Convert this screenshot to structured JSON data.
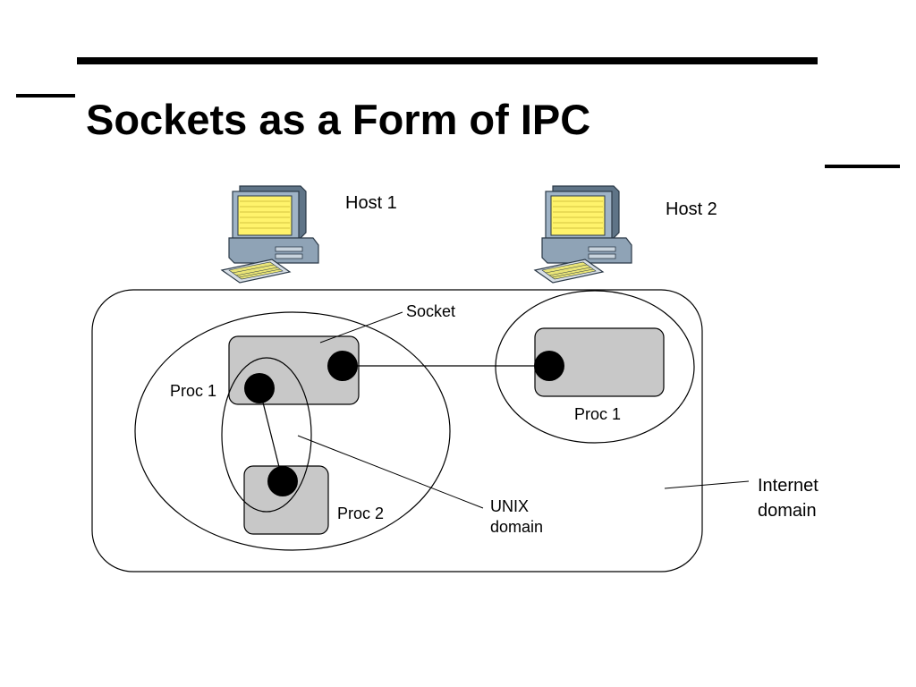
{
  "slide": {
    "title": "Sockets as a Form of IPC"
  },
  "diagram": {
    "hosts": [
      {
        "label": "Host 1",
        "icon": "computer-icon"
      },
      {
        "label": "Host 2",
        "icon": "computer-icon"
      }
    ],
    "labels": {
      "socket": "Socket",
      "host1_proc1": "Proc 1",
      "host1_proc2": "Proc 2",
      "host2_proc1": "Proc 1",
      "unix_domain_line1": "UNIX",
      "unix_domain_line2": "domain",
      "internet_domain_line1": "Internet",
      "internet_domain_line2": "domain"
    },
    "colors": {
      "process_fill": "#c8c8c8",
      "socket_fill": "#000000",
      "monitor_screen": "#fff36b",
      "computer_body": "#8fa3b6"
    }
  }
}
